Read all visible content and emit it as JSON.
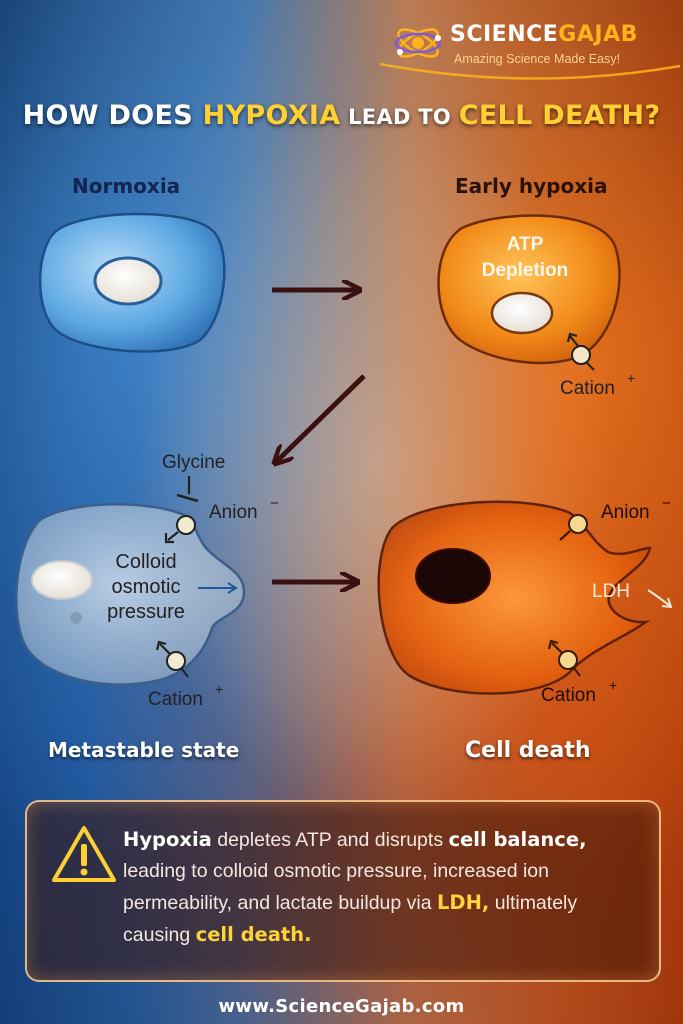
{
  "brand": {
    "name_part1": "SCIENCE",
    "name_part2": "GAJAB",
    "tagline": "Amazing Science Made Easy!"
  },
  "title": {
    "part1": "HOW DOES ",
    "part2": "HYPOXIA",
    "part3": " LEAD TO ",
    "part4": "CELL DEATH?"
  },
  "stages": {
    "normoxia": "Normoxia",
    "early_hypoxia": "Early hypoxia",
    "metastable": "Metastable state",
    "cell_death": "Cell death"
  },
  "labels": {
    "atp_line1": "ATP",
    "atp_line2": "Depletion",
    "cation_early": "Cation",
    "glycine": "Glycine",
    "anion_meta": "Anion",
    "colloid_line1": "Colloid",
    "colloid_line2": "osmotic",
    "colloid_line3": "pressure",
    "cation_meta": "Cation",
    "anion_death": "Anion",
    "ldh": "LDH",
    "cation_death": "Cation",
    "plus": "+",
    "minus": "−"
  },
  "summary": {
    "s1": "Hypoxia",
    "s2": " depletes ATP and disrupts ",
    "s3": "cell balance,",
    "s4": " leading to colloid osmotic pressure, increased ion permeability, and lactate buildup via ",
    "s5": "LDH,",
    "s6": " ultimately causing ",
    "s7": "cell death."
  },
  "footer": {
    "url": "www.ScienceGajab.com"
  },
  "colors": {
    "accent_yellow": "#ffcf33",
    "normoxia_cell": "#4aa3e6",
    "hypoxia_cell": "#f08a1c",
    "arrow": "#3a1010"
  }
}
